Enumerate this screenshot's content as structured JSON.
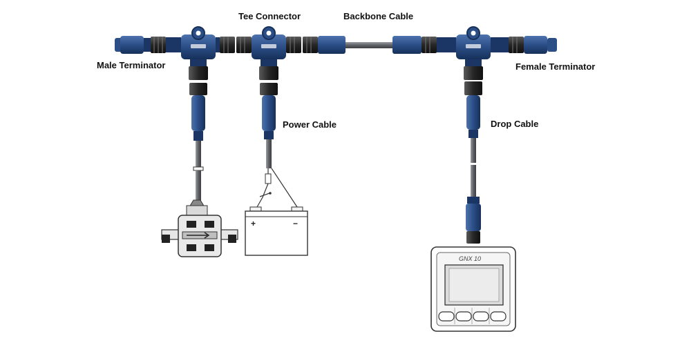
{
  "labels": {
    "tee_connector": "Tee Connector",
    "backbone_cable": "Backbone Cable",
    "male_terminator": "Male Terminator",
    "female_terminator": "Female Terminator",
    "power_cable": "Power Cable",
    "drop_cable": "Drop Cable"
  },
  "battery": {
    "plus": "+",
    "minus": "−"
  },
  "display": {
    "model": "GNX 10"
  },
  "colors": {
    "connector_blue": "#2b4e86",
    "connector_dark": "#1b3564",
    "cable_gray": "#6d7075",
    "nut_dark": "#2a2a2a",
    "outline": "#333333"
  }
}
